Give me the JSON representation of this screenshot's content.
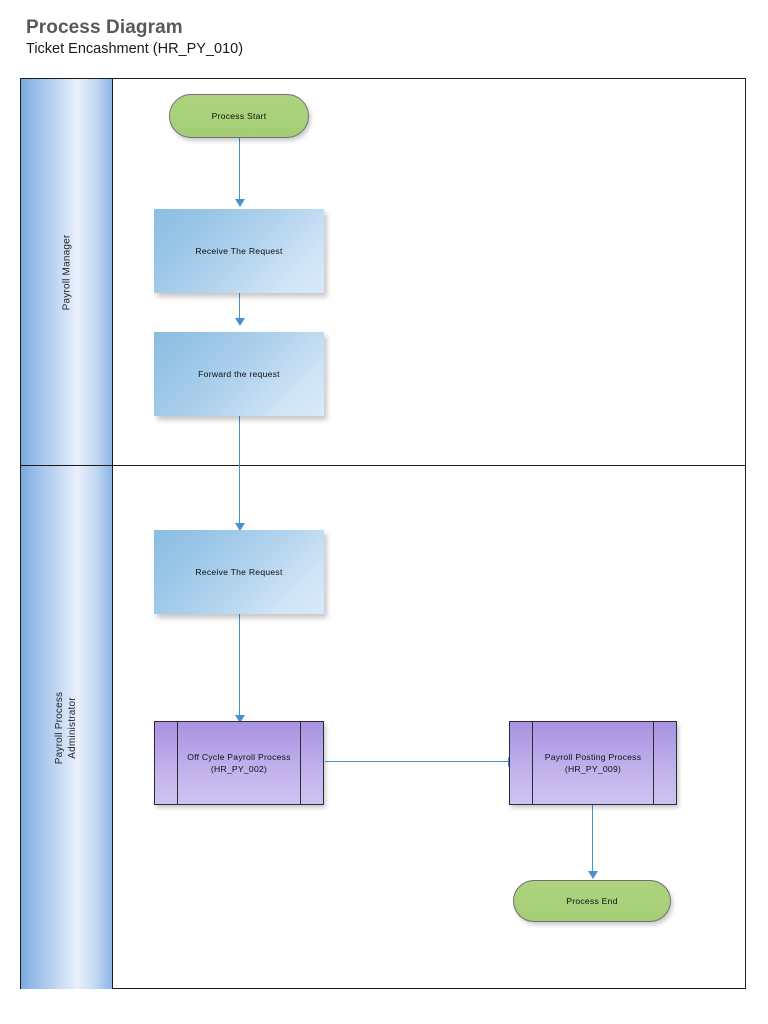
{
  "header": {
    "title": "Process Diagram",
    "subtitle": "Ticket Encashment (HR_PY_010)"
  },
  "diagram": {
    "lanes": [
      {
        "id": "lane-payroll-manager",
        "label": "Payroll Manager"
      },
      {
        "id": "lane-payroll-process-administrator",
        "label": "Payroll Process\nAdministrator"
      }
    ],
    "nodes": [
      {
        "id": "process-start",
        "type": "terminator",
        "label": "Process Start"
      },
      {
        "id": "receive-the-request-1",
        "type": "process",
        "label": "Receive The Request"
      },
      {
        "id": "forward-the-request",
        "type": "process",
        "label": "Forward the request"
      },
      {
        "id": "receive-the-request-2",
        "type": "process",
        "label": "Receive The Request"
      },
      {
        "id": "off-cycle-payroll-process",
        "type": "subprocess",
        "label": "Off Cycle Payroll Process\n(HR_PY_002)"
      },
      {
        "id": "payroll-posting-process",
        "type": "subprocess",
        "label": "Payroll Posting Process\n(HR_PY_009)"
      },
      {
        "id": "process-end",
        "type": "terminator",
        "label": "Process End"
      }
    ],
    "colors": {
      "connector": "#4A90D1",
      "terminator_fill": "#A8D17A",
      "process_fill": "#9AC6E7",
      "subprocess_fill": "#B4A2E6",
      "lane_header_fill": "#8FB8E8",
      "frame_border": "#1B1B1B",
      "title_text": "#595959"
    }
  }
}
